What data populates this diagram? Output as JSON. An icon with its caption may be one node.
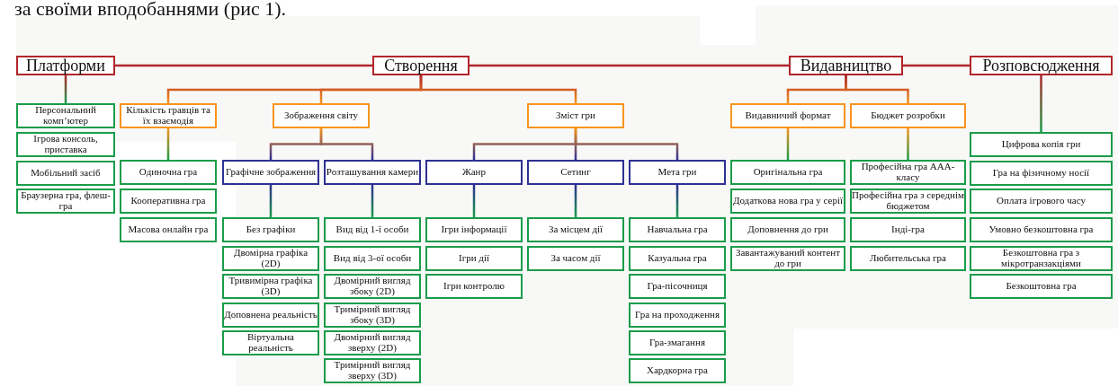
{
  "diagram": {
    "nodes": [
      {
        "text": [
          "Платформи"
        ]
      },
      {
        "text": [
          "Створення"
        ]
      },
      {
        "text": [
          "Видавництво"
        ]
      },
      {
        "text": [
          "Розповсюдження"
        ]
      },
      {
        "text": [
          "Персональний комп’ютер"
        ]
      },
      {
        "text": [
          "Ігрова консоль, приставка"
        ]
      },
      {
        "text": [
          "Мобільний засіб"
        ]
      },
      {
        "text": [
          "Браузерна гра, флеш-гра"
        ]
      },
      {
        "text": [
          "Кількість гравців та їх взаємодія"
        ]
      },
      {
        "text": [
          "Зображення світу"
        ]
      },
      {
        "text": [
          "Зміст гри"
        ]
      },
      {
        "text": [
          "Одиночна гра"
        ]
      },
      {
        "text": [
          "Кооперативна гра"
        ]
      },
      {
        "text": [
          "Масова онлайн гра"
        ]
      },
      {
        "text": [
          "Графічне зображення"
        ]
      },
      {
        "text": [
          "Розташування камери"
        ]
      },
      {
        "text": [
          "Без графіки"
        ]
      },
      {
        "text": [
          "Двомірна графіка (2D)"
        ]
      },
      {
        "text": [
          "Тривимірна графіка (3D)"
        ]
      },
      {
        "text": [
          "Доповнена реальність"
        ]
      },
      {
        "text": [
          "Віртуальна реальність"
        ]
      },
      {
        "text": [
          "Вид від 1-ї особи"
        ]
      },
      {
        "text": [
          "Вид від 3-ої особи"
        ]
      },
      {
        "text": [
          "Двомірний вигляд збоку (2D)"
        ]
      },
      {
        "text": [
          "Тримірний вигляд збоку (3D)"
        ]
      },
      {
        "text": [
          "Двомірний вигляд зверху (2D)"
        ]
      },
      {
        "text": [
          "Тримірний вигляд зверху (3D)"
        ]
      },
      {
        "text": [
          "Жанр"
        ]
      },
      {
        "text": [
          "Сетинг"
        ]
      },
      {
        "text": [
          "Мета гри"
        ]
      },
      {
        "text": [
          "Ігри інформації"
        ]
      },
      {
        "text": [
          "Ігри дії"
        ]
      },
      {
        "text": [
          "Ігри контролю"
        ]
      },
      {
        "text": [
          "За місцем дії"
        ]
      },
      {
        "text": [
          "За часом дії"
        ]
      },
      {
        "text": [
          "Навчальна гра"
        ]
      },
      {
        "text": [
          "Казуальна гра"
        ]
      },
      {
        "text": [
          "Гра-пісочниця"
        ]
      },
      {
        "text": [
          "Гра на проходження"
        ]
      },
      {
        "text": [
          "Гра-змагання"
        ]
      },
      {
        "text": [
          "Хардкорна гра"
        ]
      },
      {
        "text": [
          "Видавничий формат"
        ]
      },
      {
        "text": [
          "Бюджет розробки"
        ]
      },
      {
        "text": [
          "Оригінальна гра"
        ]
      },
      {
        "text": [
          "Додаткова нова гра у серії"
        ]
      },
      {
        "text": [
          "Доповнення до гри"
        ]
      },
      {
        "text": [
          "Завантажуваний контент до гри"
        ]
      },
      {
        "text": [
          "Професійна гра ААА-класу"
        ]
      },
      {
        "text": [
          "Професійна гра з середнім бюджетом"
        ]
      },
      {
        "text": [
          "Інді-гра"
        ]
      },
      {
        "text": [
          "Любительська гра"
        ]
      },
      {
        "text": [
          "Цифрова копія гри"
        ]
      },
      {
        "text": [
          "Гра на фізичному носії"
        ]
      },
      {
        "text": [
          "Оплата ігрового часу"
        ]
      },
      {
        "text": [
          "Умовно безкоштовна гра"
        ]
      },
      {
        "text": [
          "Безкоштовна гра з мікротранзакціями"
        ]
      },
      {
        "text": [
          "Безкоштовна гра"
        ]
      }
    ],
    "edges": [
      {
        "from": 0,
        "to": 1,
        "arrow": "none"
      },
      {
        "from": 1,
        "to": 2,
        "arrow": "none"
      },
      {
        "from": 2,
        "to": 3,
        "arrow": "none"
      },
      {
        "from": 0,
        "to": 4,
        "arrow": "none"
      },
      {
        "from": 1,
        "to": 8,
        "arrow": "none"
      },
      {
        "from": 1,
        "to": 9,
        "arrow": "none"
      },
      {
        "from": 1,
        "to": 10,
        "arrow": "none"
      },
      {
        "from": 8,
        "to": 11,
        "arrow": "none"
      },
      {
        "from": 9,
        "to": 14,
        "arrow": "none"
      },
      {
        "from": 9,
        "to": 15,
        "arrow": "none"
      },
      {
        "from": 14,
        "to": 16,
        "arrow": "none"
      },
      {
        "from": 15,
        "to": 21,
        "arrow": "none"
      },
      {
        "from": 10,
        "to": 27,
        "arrow": "none"
      },
      {
        "from": 10,
        "to": 28,
        "arrow": "none"
      },
      {
        "from": 10,
        "to": 29,
        "arrow": "none"
      },
      {
        "from": 27,
        "to": 30,
        "arrow": "none"
      },
      {
        "from": 28,
        "to": 33,
        "arrow": "none"
      },
      {
        "from": 29,
        "to": 35,
        "arrow": "none"
      },
      {
        "from": 2,
        "to": 41,
        "arrow": "none"
      },
      {
        "from": 2,
        "to": 42,
        "arrow": "none"
      },
      {
        "from": 41,
        "to": 43,
        "arrow": "none"
      },
      {
        "from": 42,
        "to": 47,
        "arrow": "none"
      },
      {
        "from": 3,
        "to": 51,
        "arrow": "none"
      }
    ],
    "labels": [
      "за своїми вподобаннями (рис 1)."
    ]
  }
}
